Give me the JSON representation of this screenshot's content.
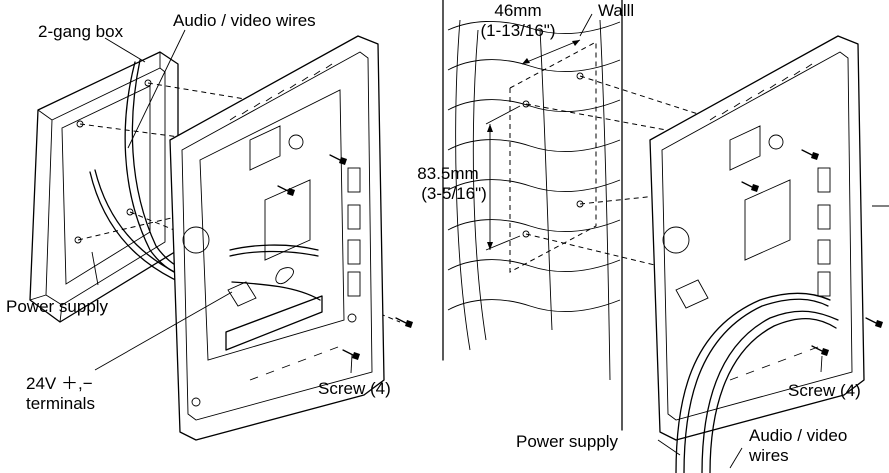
{
  "left_figure": {
    "labels": {
      "box": "2-gang box",
      "wires": "Audio / video wires",
      "power": "Power supply",
      "terminals_line1": "24V ＋,−",
      "terminals_line2": "terminals",
      "screws": "Screw (4)"
    }
  },
  "right_figure": {
    "labels": {
      "wall": "Walll",
      "width_mm": "46mm",
      "width_in": "(1-13/16\")",
      "height_mm": "83.5mm",
      "height_in": "(3-5/16\")",
      "screws": "Screw (4)",
      "power": "Power supply",
      "wires_line1": "Audio / video",
      "wires_line2": "wires"
    }
  }
}
